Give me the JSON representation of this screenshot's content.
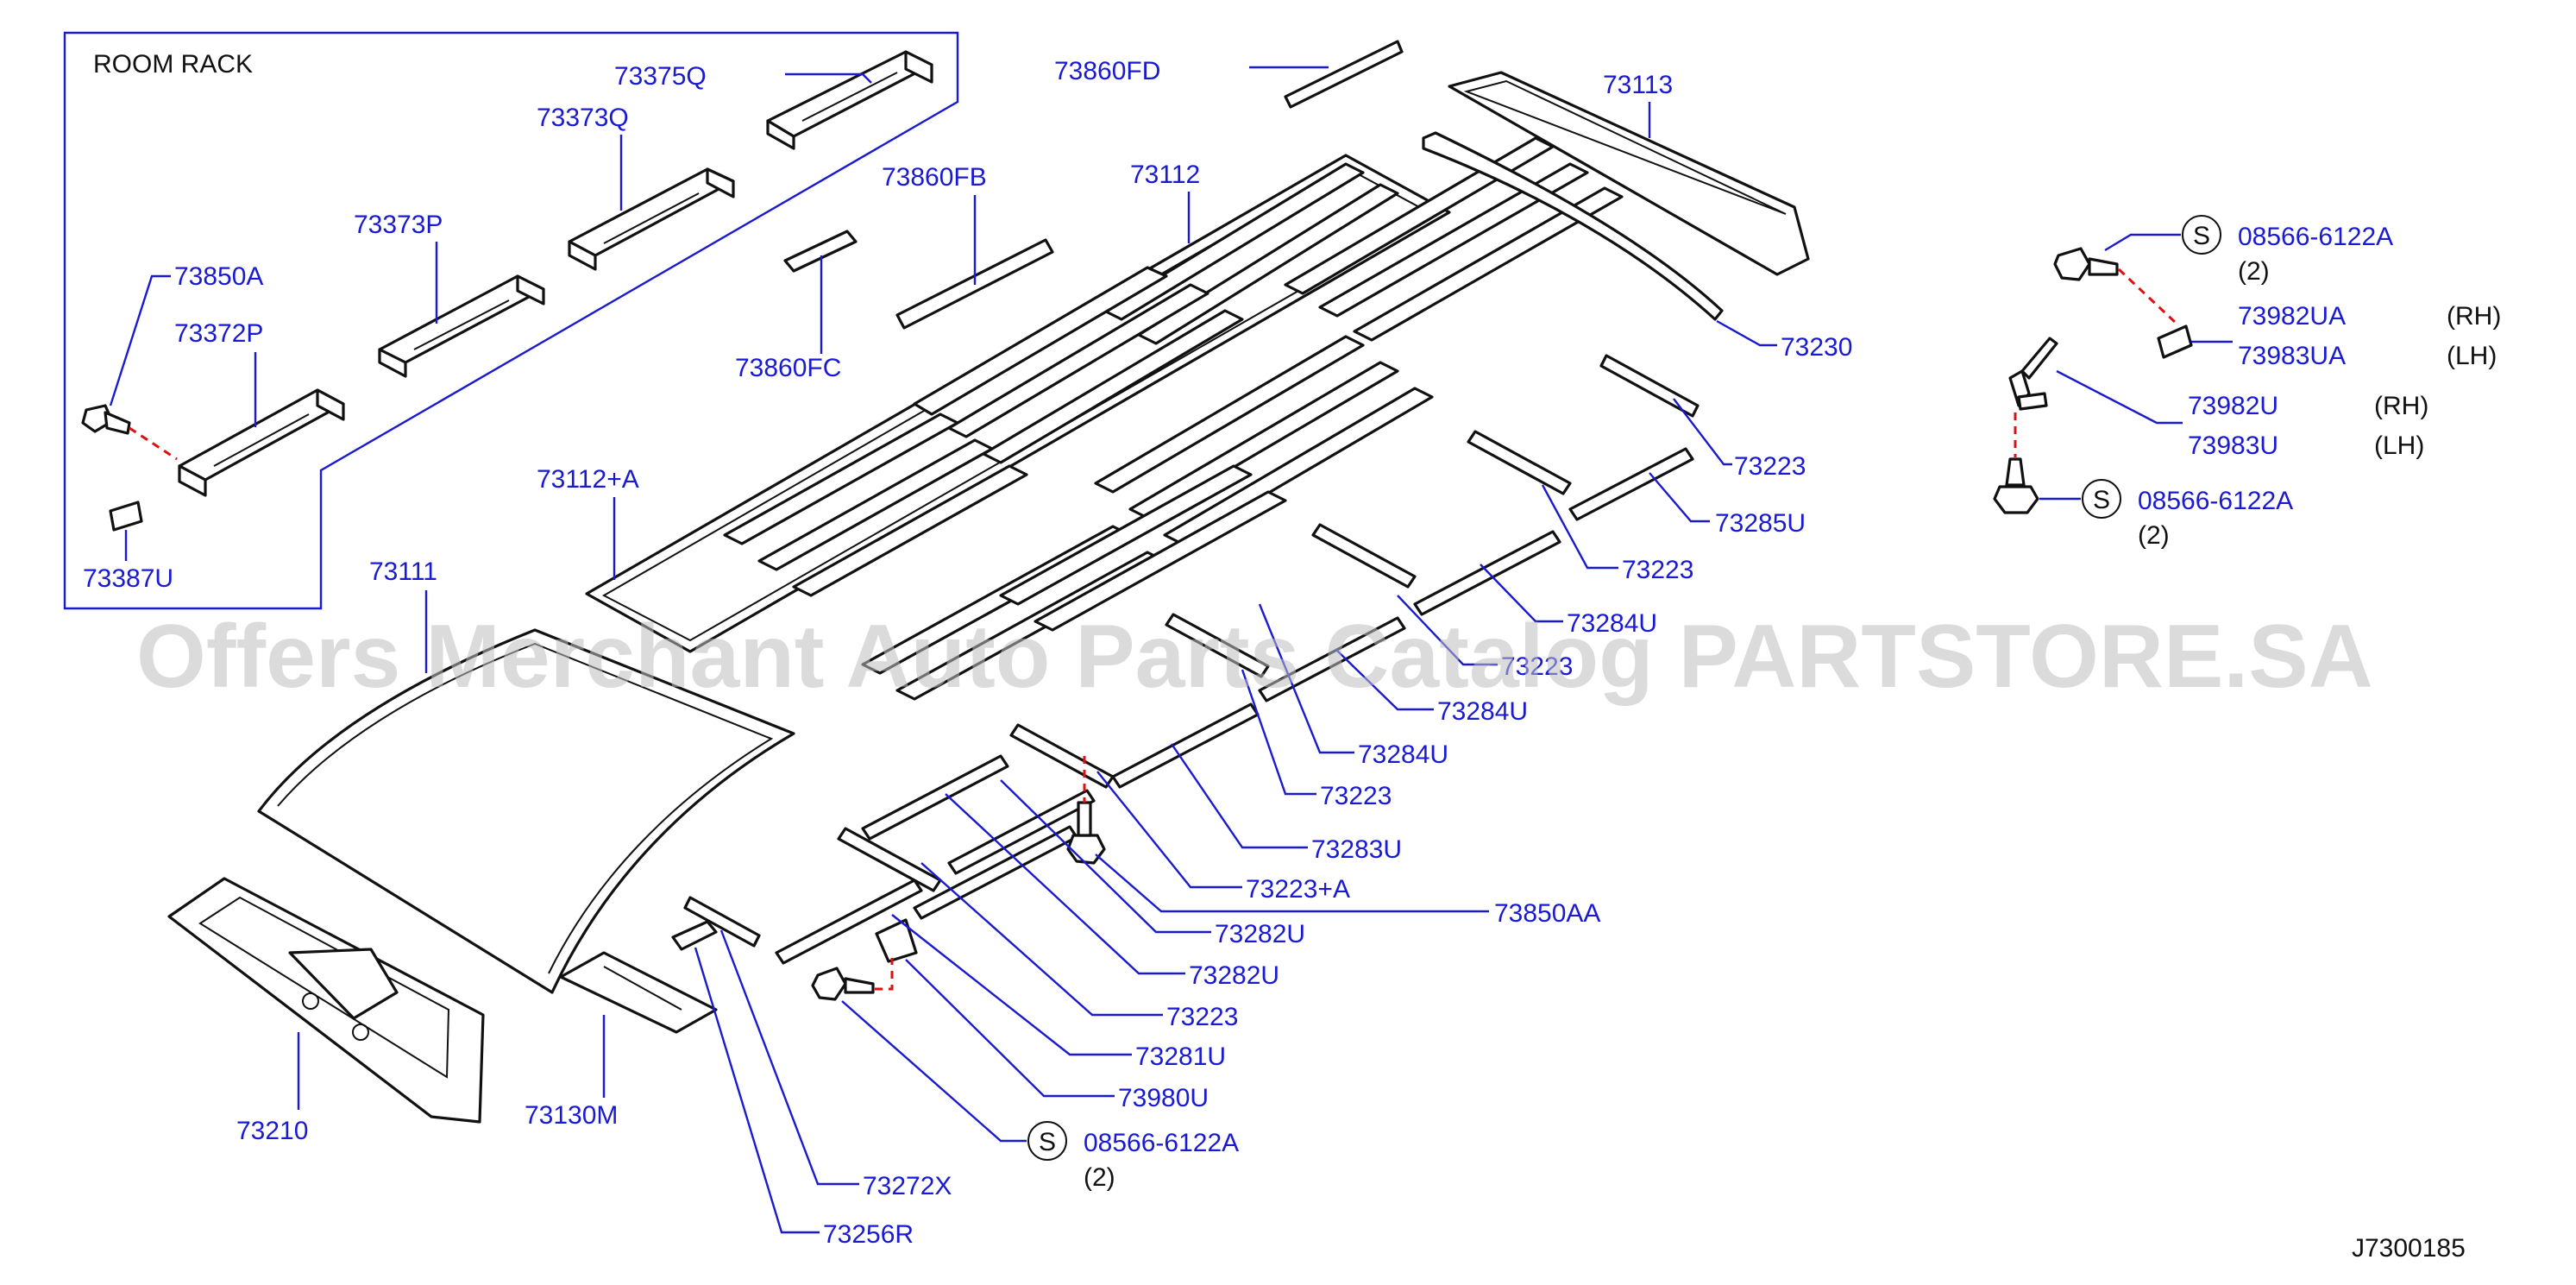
{
  "inset": {
    "title": "ROOM   RACK"
  },
  "watermark": "Offers Merchant Auto Parts Catalog PARTSTORE.SA",
  "diagram_id": "J7300185",
  "callouts": {
    "p73375Q": "73375Q",
    "p73373Q": "73373Q",
    "p73373P": "73373P",
    "p73850A": "73850A",
    "p73372P": "73372P",
    "p73387U": "73387U",
    "p73860FD": "73860FD",
    "p73860FB": "73860FB",
    "p73860FC": "73860FC",
    "p73112": "73112",
    "p73112A": "73112+A",
    "p73111": "73111",
    "p73113": "73113",
    "p73230": "73230",
    "p73223_1": "73223",
    "p73285U": "73285U",
    "p73223_2": "73223",
    "p73284U_1": "73284U",
    "p73223_3": "73223",
    "p73284U_2": "73284U",
    "p73284U_3": "73284U",
    "p73223_4": "73223",
    "p73283U": "73283U",
    "p73223A": "73223+A",
    "p73850AA": "73850AA",
    "p73282U_1": "73282U",
    "p73282U_2": "73282U",
    "p73223_5": "73223",
    "p73281U": "73281U",
    "p73980U": "73980U",
    "p73210": "73210",
    "p73130M": "73130M",
    "p73272X": "73272X",
    "p73256R": "73256R",
    "p73982UA": "73982UA",
    "p73983UA": "73983UA",
    "p73982U": "73982U",
    "p73983U": "73983U",
    "screw_a": "08566-6122A",
    "screw_b": "08566-6122A",
    "screw_c": "08566-6122A"
  },
  "side": {
    "rh": "(RH)",
    "lh": "(LH)"
  },
  "qty": {
    "a": "(2)",
    "b": "(2)",
    "c": "(2)"
  },
  "symbol": "S"
}
